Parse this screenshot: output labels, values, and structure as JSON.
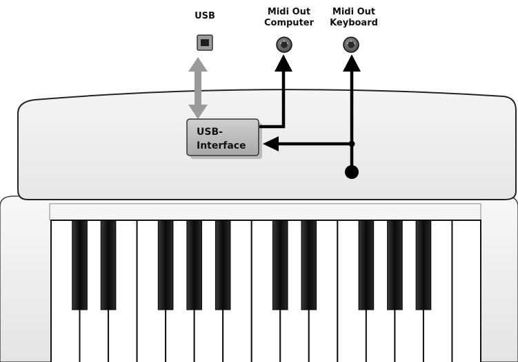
{
  "labels": {
    "usb": "USB",
    "midi_out_computer_line1": "Midi Out",
    "midi_out_computer_line2": "Computer",
    "midi_out_keyboard_line1": "Midi Out",
    "midi_out_keyboard_line2": "Keyboard"
  },
  "interface_box": {
    "line1": "USB-",
    "line2": "Interface"
  },
  "colors": {
    "usb_arrow": "#9a9a9a",
    "midi_arrow": "#000000",
    "interface_box": "#bdbdbd",
    "panel": "#f0f0f0"
  },
  "keyboard": {
    "white_keys": 15,
    "black_keys": 10
  }
}
